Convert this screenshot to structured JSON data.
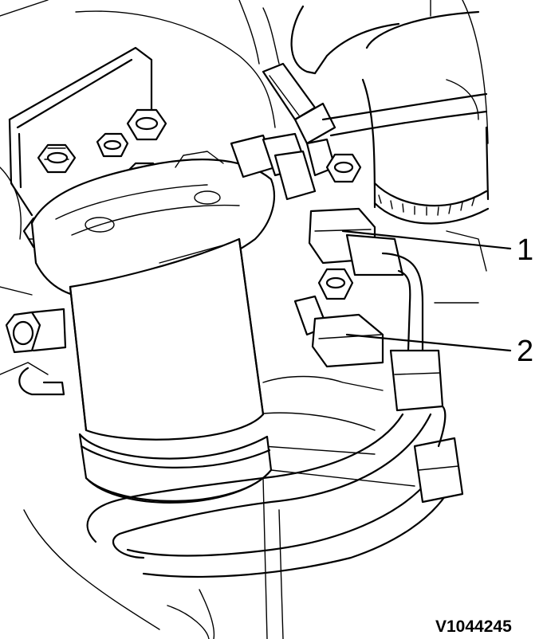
{
  "figure": {
    "callouts": [
      {
        "id": "1",
        "label": "1"
      },
      {
        "id": "2",
        "label": "2"
      }
    ],
    "reference_code": "V1044245"
  },
  "icons": {
    "bolt": "hex-bolt-icon",
    "filter": "fuel-filter-icon",
    "pipe": "fuel-pipe-icon"
  }
}
